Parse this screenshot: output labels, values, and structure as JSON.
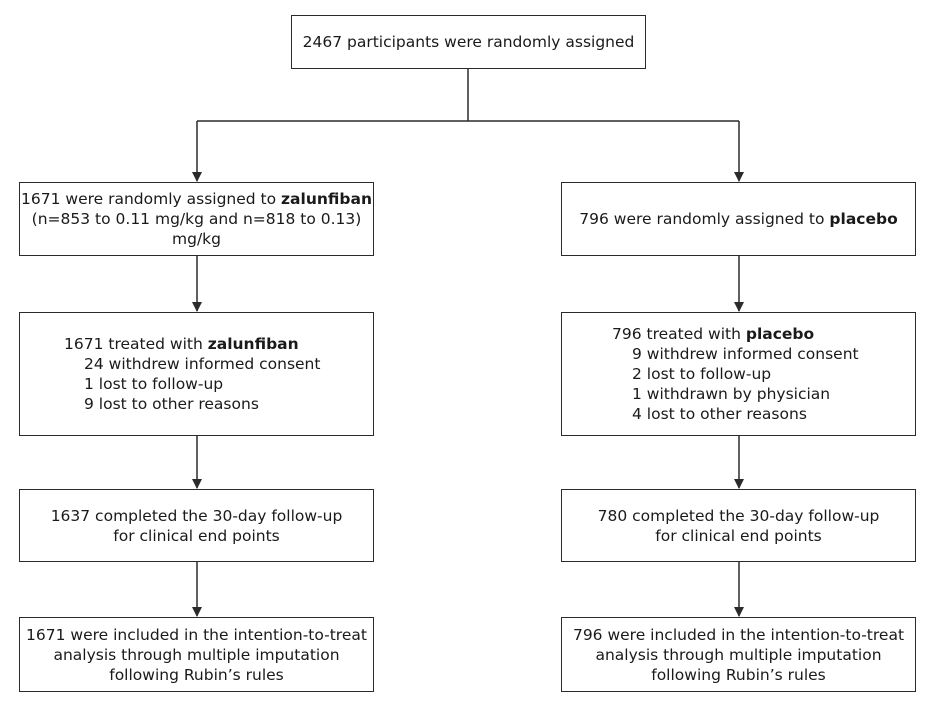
{
  "root": {
    "text": "2467 participants were randomly assigned"
  },
  "left_arm": {
    "assign": {
      "pre": "1671 were randomly assigned to ",
      "drug": "zalunfiban",
      "line2": "(n=853 to 0.11 mg/kg and n=818 to 0.13)",
      "line3": "mg/kg"
    },
    "treated": {
      "pre": "1671 treated with ",
      "drug": "zalunfiban",
      "items": [
        "24 withdrew informed consent",
        "1 lost to follow-up",
        "9 lost to other reasons"
      ]
    },
    "completed": {
      "line1": "1637 completed the 30-day follow-up",
      "line2": "for clinical end points"
    },
    "included": {
      "line1": "1671 were included in the intention-to-treat",
      "line2": "analysis through multiple imputation",
      "line3": "following Rubin’s rules"
    }
  },
  "right_arm": {
    "assign": {
      "pre": "796 were randomly assigned to ",
      "drug": "placebo"
    },
    "treated": {
      "pre": "796 treated with ",
      "drug": "placebo",
      "items": [
        "9 withdrew informed consent",
        "2 lost to follow-up",
        "1 withdrawn by physician",
        "4 lost to other reasons"
      ]
    },
    "completed": {
      "line1": "780 completed the 30-day follow-up",
      "line2": "for clinical end points"
    },
    "included": {
      "line1": "796 were included in the intention-to-treat",
      "line2": "analysis through multiple imputation",
      "line3": "following Rubin’s rules"
    }
  },
  "colors": {
    "stroke": "#2b2b2b",
    "text": "#1a1a1a",
    "background": "#ffffff"
  }
}
